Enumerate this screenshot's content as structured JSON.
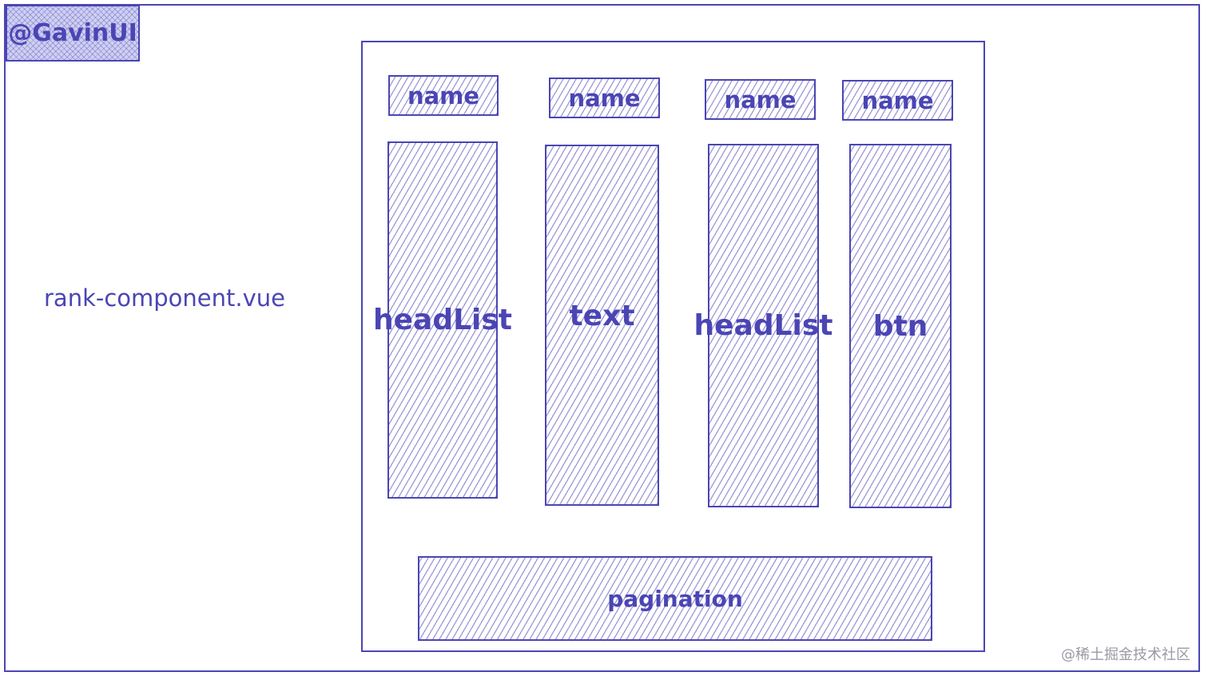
{
  "brand": "@GavinUI",
  "file_label": "rank-component.vue",
  "columns": [
    {
      "header": "name",
      "body": "headList"
    },
    {
      "header": "name",
      "body": "text"
    },
    {
      "header": "name",
      "body": "headList"
    },
    {
      "header": "name",
      "body": "btn"
    }
  ],
  "footer": "pagination",
  "watermark": "@稀土掘金技术社区",
  "colors": {
    "ink": "#4b45b4"
  }
}
